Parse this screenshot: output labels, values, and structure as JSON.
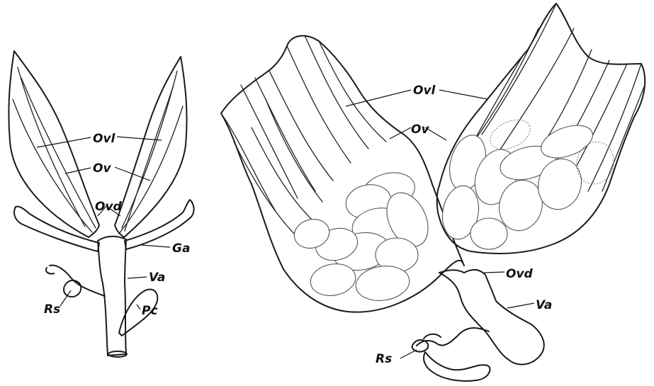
{
  "labels": {
    "left": {
      "ovl": "Ovl",
      "ov": "Ov",
      "ovd": "Ovd",
      "ga": "Ga",
      "va": "Va",
      "rs": "Rs",
      "pc": "Pc"
    },
    "right": {
      "ovl": "Ovl",
      "ov": "Ov",
      "ovd": "Ovd",
      "va": "Va",
      "rs": "Rs"
    }
  },
  "colors": {
    "ink": "#1a1a1a",
    "paper": "#ffffff"
  }
}
